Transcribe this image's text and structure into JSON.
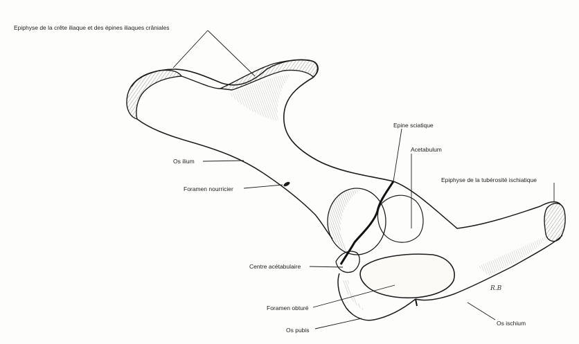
{
  "labels": {
    "epiphyse_crete": "Epiphyse de la crête iliaque et des épines iliaques crâniales",
    "epine_sciatique": "Epine sciatique",
    "acetabulum": "Acetabulum",
    "os_ilium": "Os ilium",
    "foramen_nourricier": "Foramen nourricier",
    "epiphyse_tuberosite": "Epiphyse de la tubérosité ischiatique",
    "centre_acetabulaire": "Centre acétabulaire",
    "foramen_obture": "Foramen obturé",
    "os_pubis": "Os pubis",
    "os_ischium": "Os ischium"
  },
  "signature": "R.B",
  "colors": {
    "ink": "#1c1c1c",
    "paper": "#fdfdfc",
    "bone": "#f4f1ea"
  }
}
